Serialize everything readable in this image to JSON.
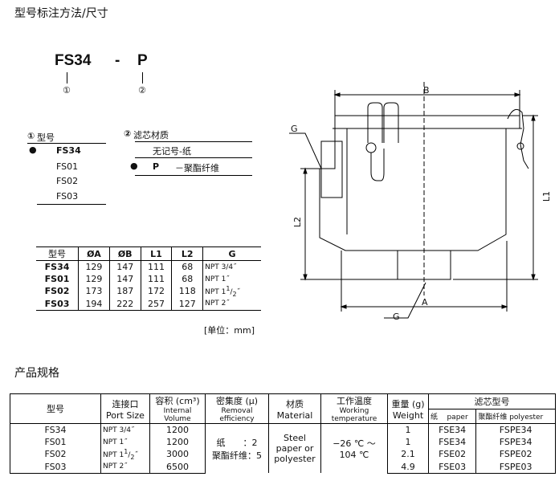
{
  "heading_ordering": "型号标注方法/尺寸",
  "model_code": {
    "part1": "FS34",
    "dash": "-",
    "part2": "P",
    "marker1": "①",
    "marker2": "②"
  },
  "model_section": {
    "heading_marker": "①",
    "heading": "型号",
    "items": [
      "FS34",
      "FS01",
      "FS02",
      "FS03"
    ],
    "bullet": "●"
  },
  "filter_section": {
    "heading_marker": "②",
    "heading": "滤芯材质",
    "items": [
      {
        "code": "",
        "desc": "无记号-纸"
      },
      {
        "code": "P",
        "desc": "－聚酯纤维"
      }
    ],
    "bullet": "●"
  },
  "drawing_labels": {
    "b": "B",
    "g_top": "G",
    "g_bottom": "G",
    "l1": "L1",
    "l2": "L2",
    "a": "A"
  },
  "dimension_table": {
    "headers": [
      "型号",
      "ØA",
      "ØB",
      "L1",
      "L2",
      "G"
    ],
    "rows": [
      {
        "model": "FS34",
        "a": "129",
        "b": "147",
        "l1": "111",
        "l2": "68",
        "g": "NPT 3/4˝",
        "g_sup": "",
        "g_sub": ""
      },
      {
        "model": "FS01",
        "a": "129",
        "b": "147",
        "l1": "111",
        "l2": "68",
        "g": "NPT 1˝",
        "g_sup": "",
        "g_sub": ""
      },
      {
        "model": "FS02",
        "a": "173",
        "b": "187",
        "l1": "172",
        "l2": "118",
        "g": "NPT 1",
        "g_sup": "1",
        "g_sub": "2",
        "g_end": "˝"
      },
      {
        "model": "FS03",
        "a": "194",
        "b": "222",
        "l1": "257",
        "l2": "127",
        "g": "NPT 2˝",
        "g_sup": "",
        "g_sub": ""
      }
    ],
    "unit": "[单位：mm]"
  },
  "heading_specs": "产品规格",
  "spec_table": {
    "h_model": "型号",
    "h_port_cn": "连接口",
    "h_port_en": "Port Size",
    "h_vol_cn": "容积 (cm³)",
    "h_vol_en": "Internal Volume",
    "h_eff_cn": "密集度 (μ)",
    "h_eff_en": "Removal efficiency",
    "h_mat_cn": "材质",
    "h_mat_en": "Material",
    "h_temp_cn": "工作温度",
    "h_temp_en": "Working temperature",
    "h_weight_cn": "重量 (g)",
    "h_weight_en": "Weight",
    "h_filter": "滤芯型号",
    "h_filter_paper_cn": "纸",
    "h_filter_paper_en": "paper",
    "h_filter_poly_cn": "聚酯纤维",
    "h_filter_poly_en": "polyester",
    "rows": [
      {
        "model": "FS34",
        "port": "NPT 3/4˝",
        "vol": "1200",
        "weight": "1",
        "paper": "FSE34",
        "poly": "FSPE34"
      },
      {
        "model": "FS01",
        "port": "NPT 1˝",
        "vol": "1200",
        "weight": "1",
        "paper": "FSE34",
        "poly": "FSPE34"
      },
      {
        "model": "FS02",
        "port": "NPT 1",
        "port_sup": "1",
        "port_sub": "2",
        "port_end": "˝",
        "vol": "3000",
        "weight": "2.1",
        "paper": "FSE02",
        "poly": "FSPE02"
      },
      {
        "model": "FS03",
        "port": "NPT 2˝",
        "vol": "6500",
        "weight": "4.9",
        "paper": "FSE03",
        "poly": "FSPE03"
      }
    ],
    "eff_line1": "纸　　：2",
    "eff_line2": "聚酯纤维：5",
    "mat_line1": "Steel",
    "mat_line2": "paper or",
    "mat_line3": "polyester",
    "temp_line1": "−26 ℃ ～",
    "temp_line2": "104 ℃"
  }
}
